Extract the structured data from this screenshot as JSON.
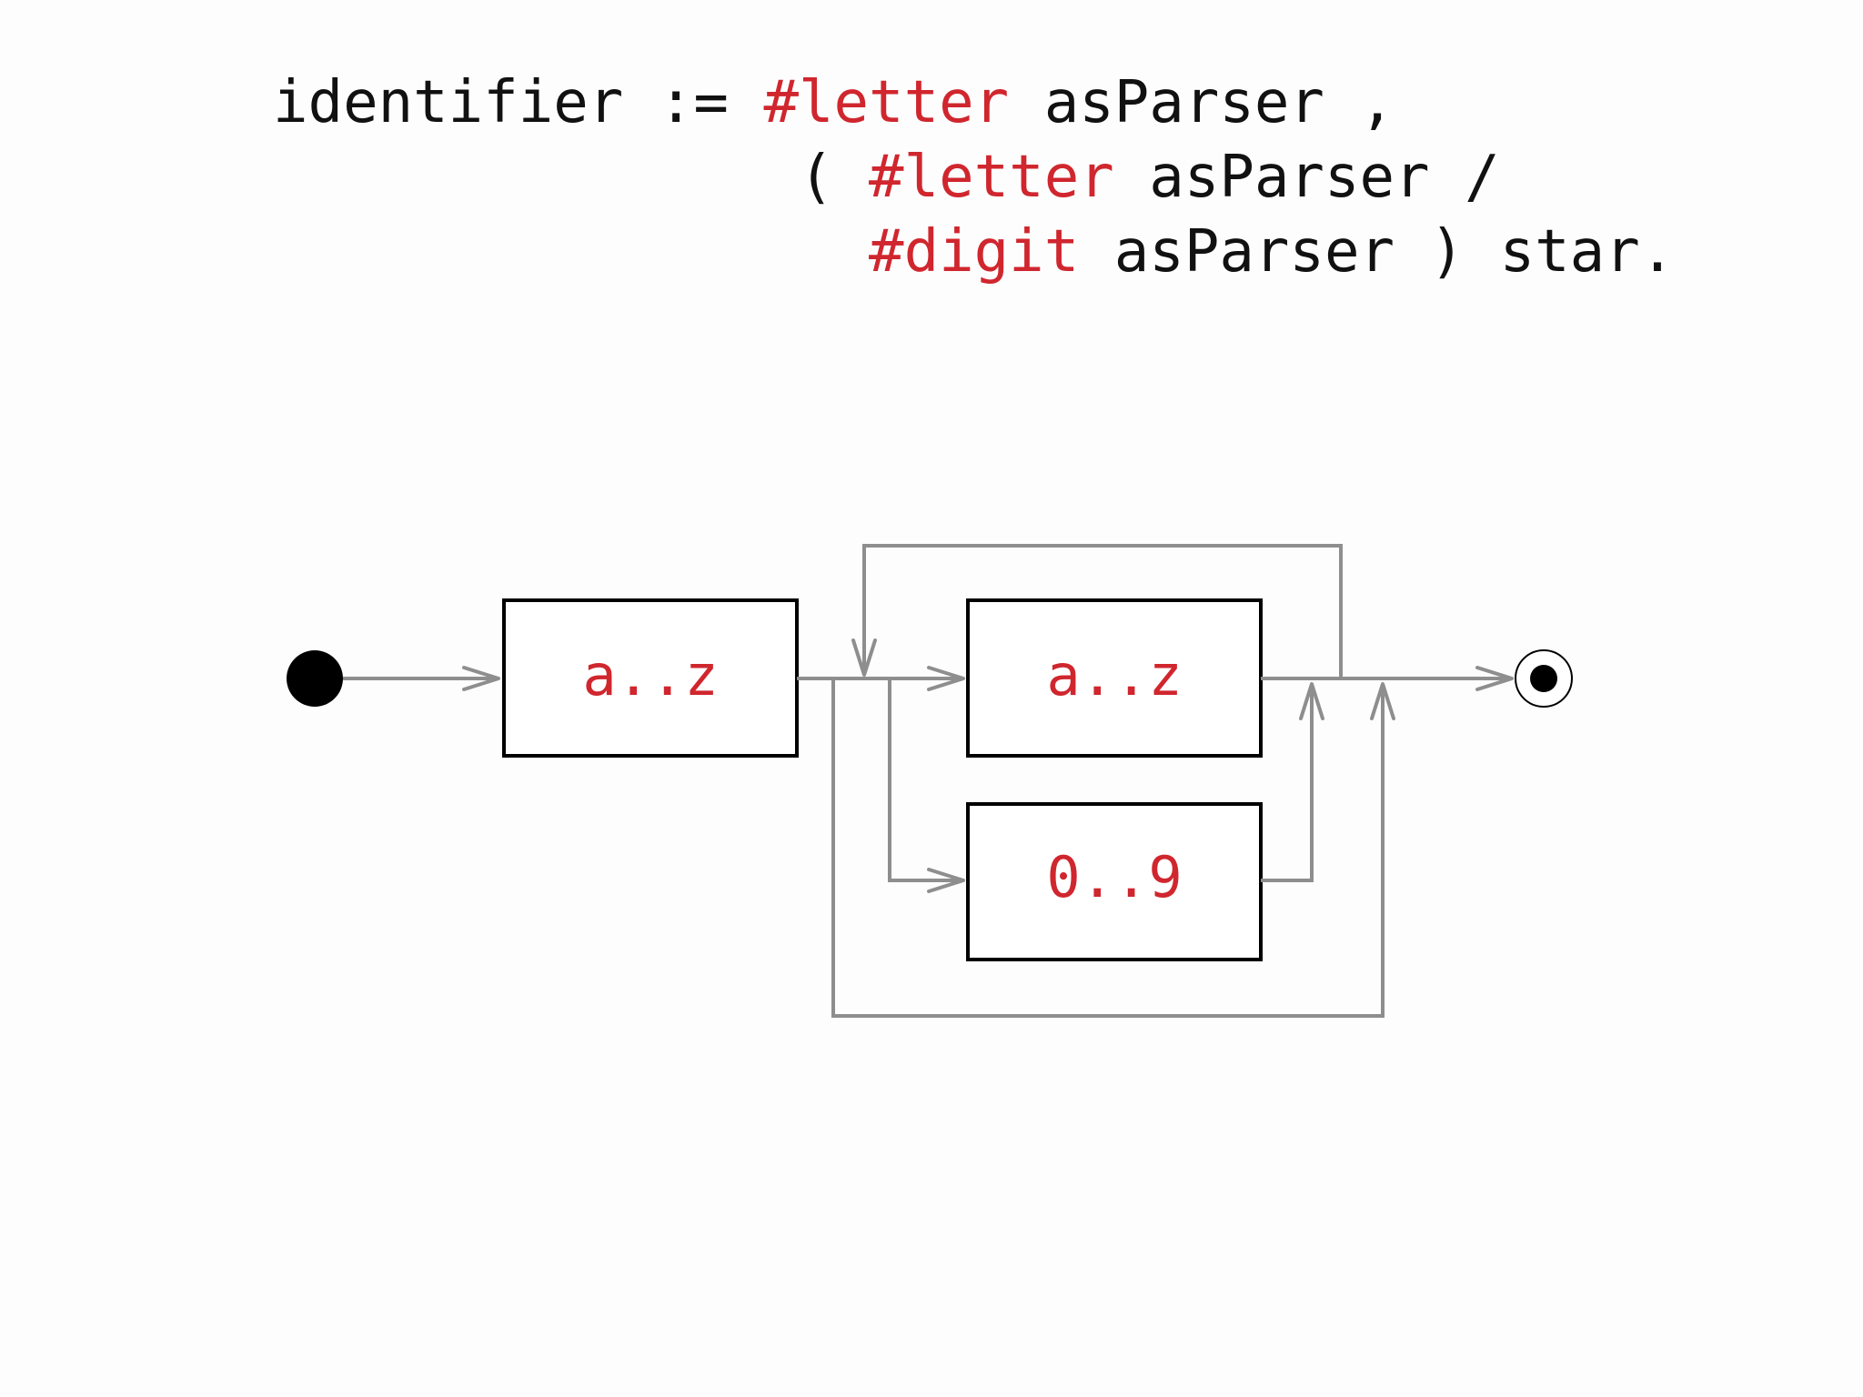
{
  "code": {
    "line1": {
      "indent": "",
      "lhs": "identifier := ",
      "keyword": "#letter",
      "rest": " asParser ,"
    },
    "line2": {
      "indent": "               ",
      "open": "( ",
      "keyword": "#letter",
      "rest": " asParser /"
    },
    "line3": {
      "indent": "                 ",
      "keyword": "#digit",
      "rest": " asParser ) star."
    }
  },
  "diagram": {
    "first_box_label": "a..z",
    "loop_letter_label": "a..z",
    "loop_digit_label": "0..9"
  },
  "colors": {
    "keyword": "#d0262e",
    "text": "#111111",
    "wire": "#8e8e8e",
    "box_border": "#000000"
  }
}
